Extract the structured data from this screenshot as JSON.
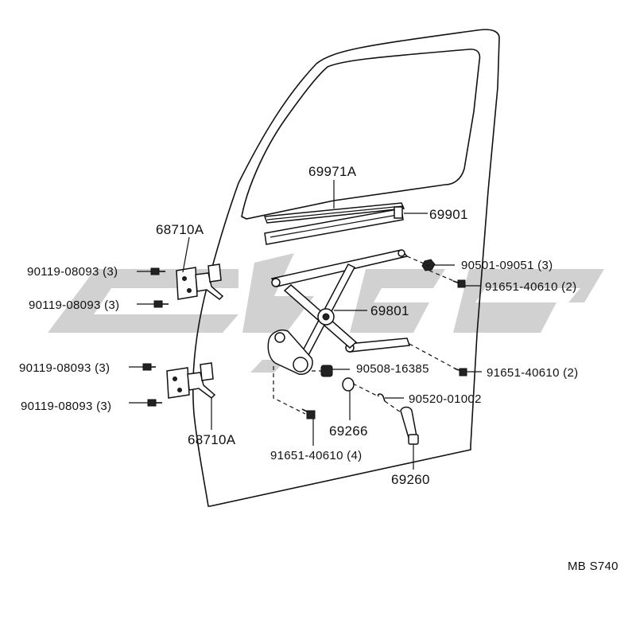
{
  "labels": {
    "p69971a": "69971A",
    "p69901": "69901",
    "p68710a_top": "68710A",
    "p68710a_bottom": "68710A",
    "p90501": "90501-09051 (3)",
    "p91651_a": "91651-40610 (2)",
    "p69801": "69801",
    "p91651_b": "91651-40610 (2)",
    "p90508": "90508-16385",
    "p90520": "90520-01002",
    "p69266": "69266",
    "p91651_c": "91651-40610 (4)",
    "p69260": "69260",
    "p90119_a": "90119-08093 (3)",
    "p90119_b": "90119-08093 (3)",
    "p90119_c": "90119-08093 (3)",
    "p90119_d": "90119-08093 (3)",
    "code": "MB S740"
  },
  "colors": {
    "ink": "#111111",
    "watermark": "#c9c9c9",
    "background": "#ffffff"
  }
}
